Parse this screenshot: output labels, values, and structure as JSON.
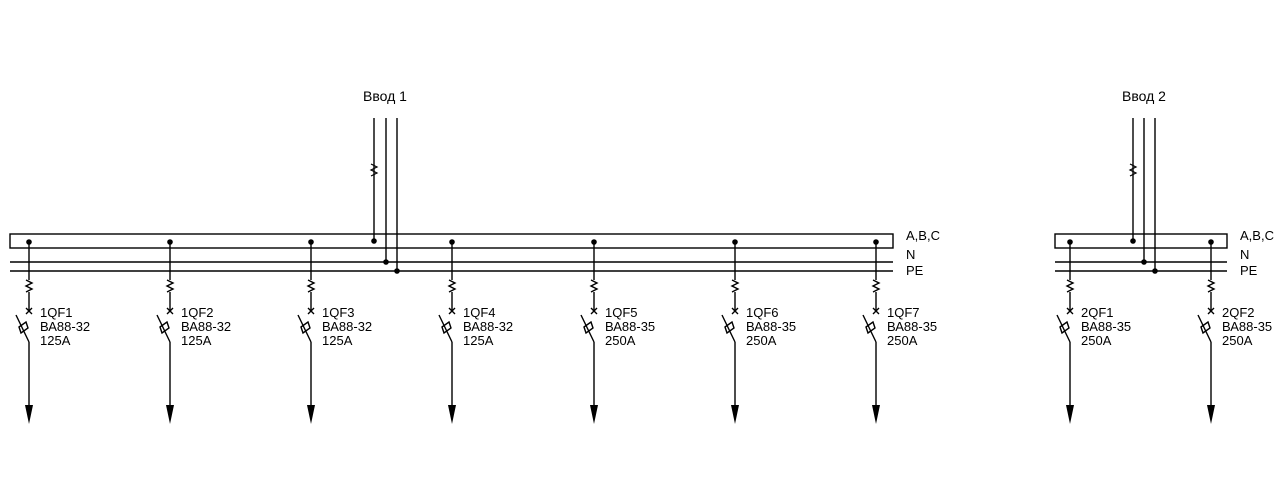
{
  "inputs": [
    {
      "label": "Ввод 1"
    },
    {
      "label": "Ввод 2"
    }
  ],
  "bus_labels": {
    "phase": "A,B,C",
    "neutral": "N",
    "pe": "PE"
  },
  "breakers_left": [
    {
      "name": "1QF1",
      "model": "ВА88-32",
      "rating": "125А"
    },
    {
      "name": "1QF2",
      "model": "ВА88-32",
      "rating": "125А"
    },
    {
      "name": "1QF3",
      "model": "ВА88-32",
      "rating": "125А"
    },
    {
      "name": "1QF4",
      "model": "ВА88-32",
      "rating": "125А"
    },
    {
      "name": "1QF5",
      "model": "ВА88-35",
      "rating": "250А"
    },
    {
      "name": "1QF6",
      "model": "ВА88-35",
      "rating": "250А"
    },
    {
      "name": "1QF7",
      "model": "ВА88-35",
      "rating": "250А"
    }
  ],
  "breakers_right": [
    {
      "name": "2QF1",
      "model": "ВА88-35",
      "rating": "250А"
    },
    {
      "name": "2QF2",
      "model": "ВА88-35",
      "rating": "250А"
    }
  ],
  "colors": {
    "line": "#000000",
    "background": "#ffffff"
  }
}
